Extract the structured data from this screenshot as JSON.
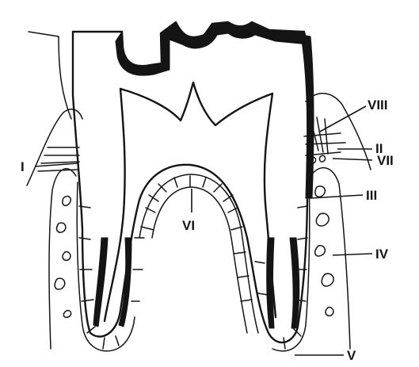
{
  "figure": {
    "labels": {
      "I": "I",
      "II": "II",
      "III": "III",
      "IV": "IV",
      "V": "V",
      "VI": "VI",
      "VII": "VII",
      "VIII": "VIII"
    }
  },
  "colors": {
    "ink": "#141414",
    "background": "#ffffff"
  }
}
